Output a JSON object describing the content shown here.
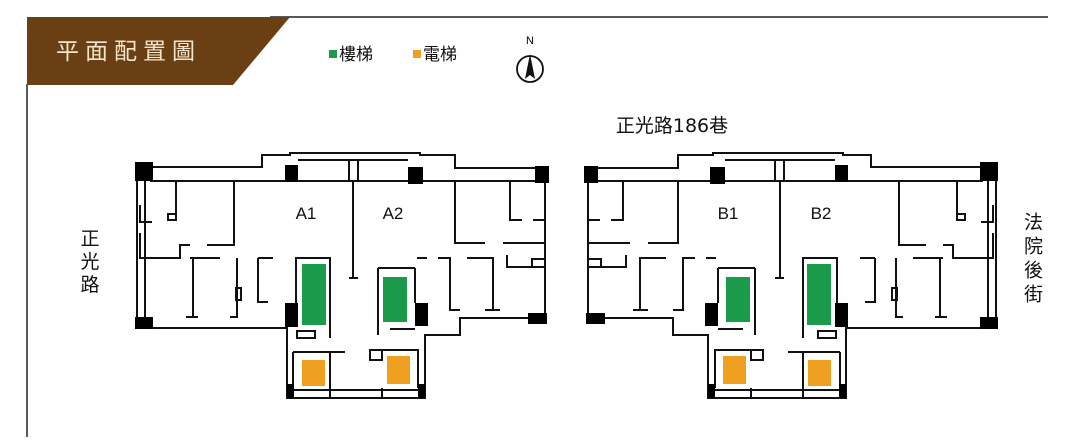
{
  "header": {
    "title": "平面配置圖",
    "banner_color": "#6b3f14"
  },
  "legend": [
    {
      "label": "樓梯",
      "color": "#1a9a4a"
    },
    {
      "label": "電梯",
      "color": "#f0a020"
    }
  ],
  "compass": {
    "label": "N",
    "icon": "north-arrow-icon"
  },
  "streets": {
    "top": "正光路186巷",
    "left": "正光路",
    "right": "法院後街"
  },
  "units": {
    "a1": "A1",
    "a2": "A2",
    "b1": "B1",
    "b2": "B2"
  }
}
